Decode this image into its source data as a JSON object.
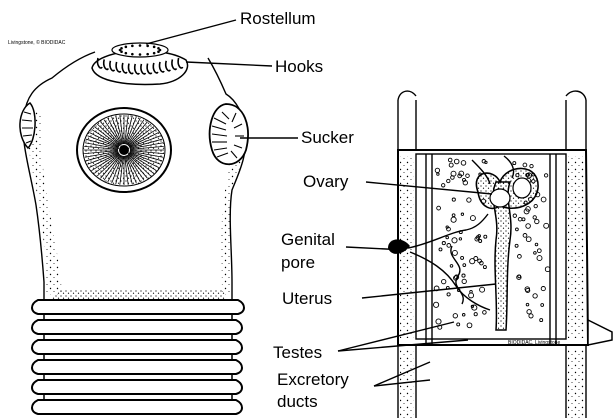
{
  "credit_left": "Livingstone, © BIODIDAC",
  "credit_right": "BIODIDAC, Livingstone",
  "labels": {
    "rostellum": "Rostellum",
    "hooks": "Hooks",
    "sucker": "Sucker",
    "ovary": "Ovary",
    "genital_line1": "Genital",
    "genital_line2": "pore",
    "uterus": "Uterus",
    "testes": "Testes",
    "excretory_line1": "Excretory",
    "excretory_line2": "ducts"
  }
}
